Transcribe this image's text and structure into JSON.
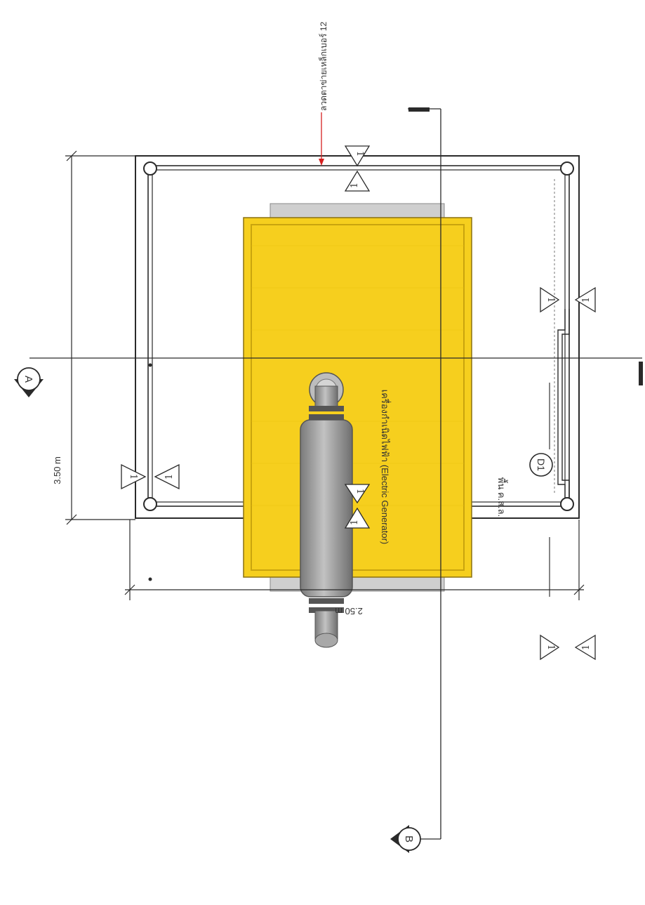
{
  "dimensions": {
    "length_label": "3.50 m",
    "width_label": "2.50 m"
  },
  "callouts": {
    "wire_mesh_note": "ลวดตาข่ายเหล็กเบอร์ 12"
  },
  "generator": {
    "label": "เครื่องกำเนิดไฟฟ้า (Electric Generator)"
  },
  "floor": {
    "label": "พื้น ค.ส.ล."
  },
  "door": {
    "tag": "D1"
  },
  "sections": {
    "a": "A",
    "b": "B"
  },
  "elevation_markers": [
    "1",
    "1",
    "1",
    "1",
    "1",
    "1",
    "1",
    "1",
    "1",
    "1"
  ],
  "colors": {
    "pad_yellow": "#f6cf1e",
    "pad_edge": "#c9a40e",
    "machine_gray": "#9c9c9c",
    "skid_gray": "#cfcfcf",
    "callout_red": "#d62020",
    "line": "#2a2a2a"
  }
}
